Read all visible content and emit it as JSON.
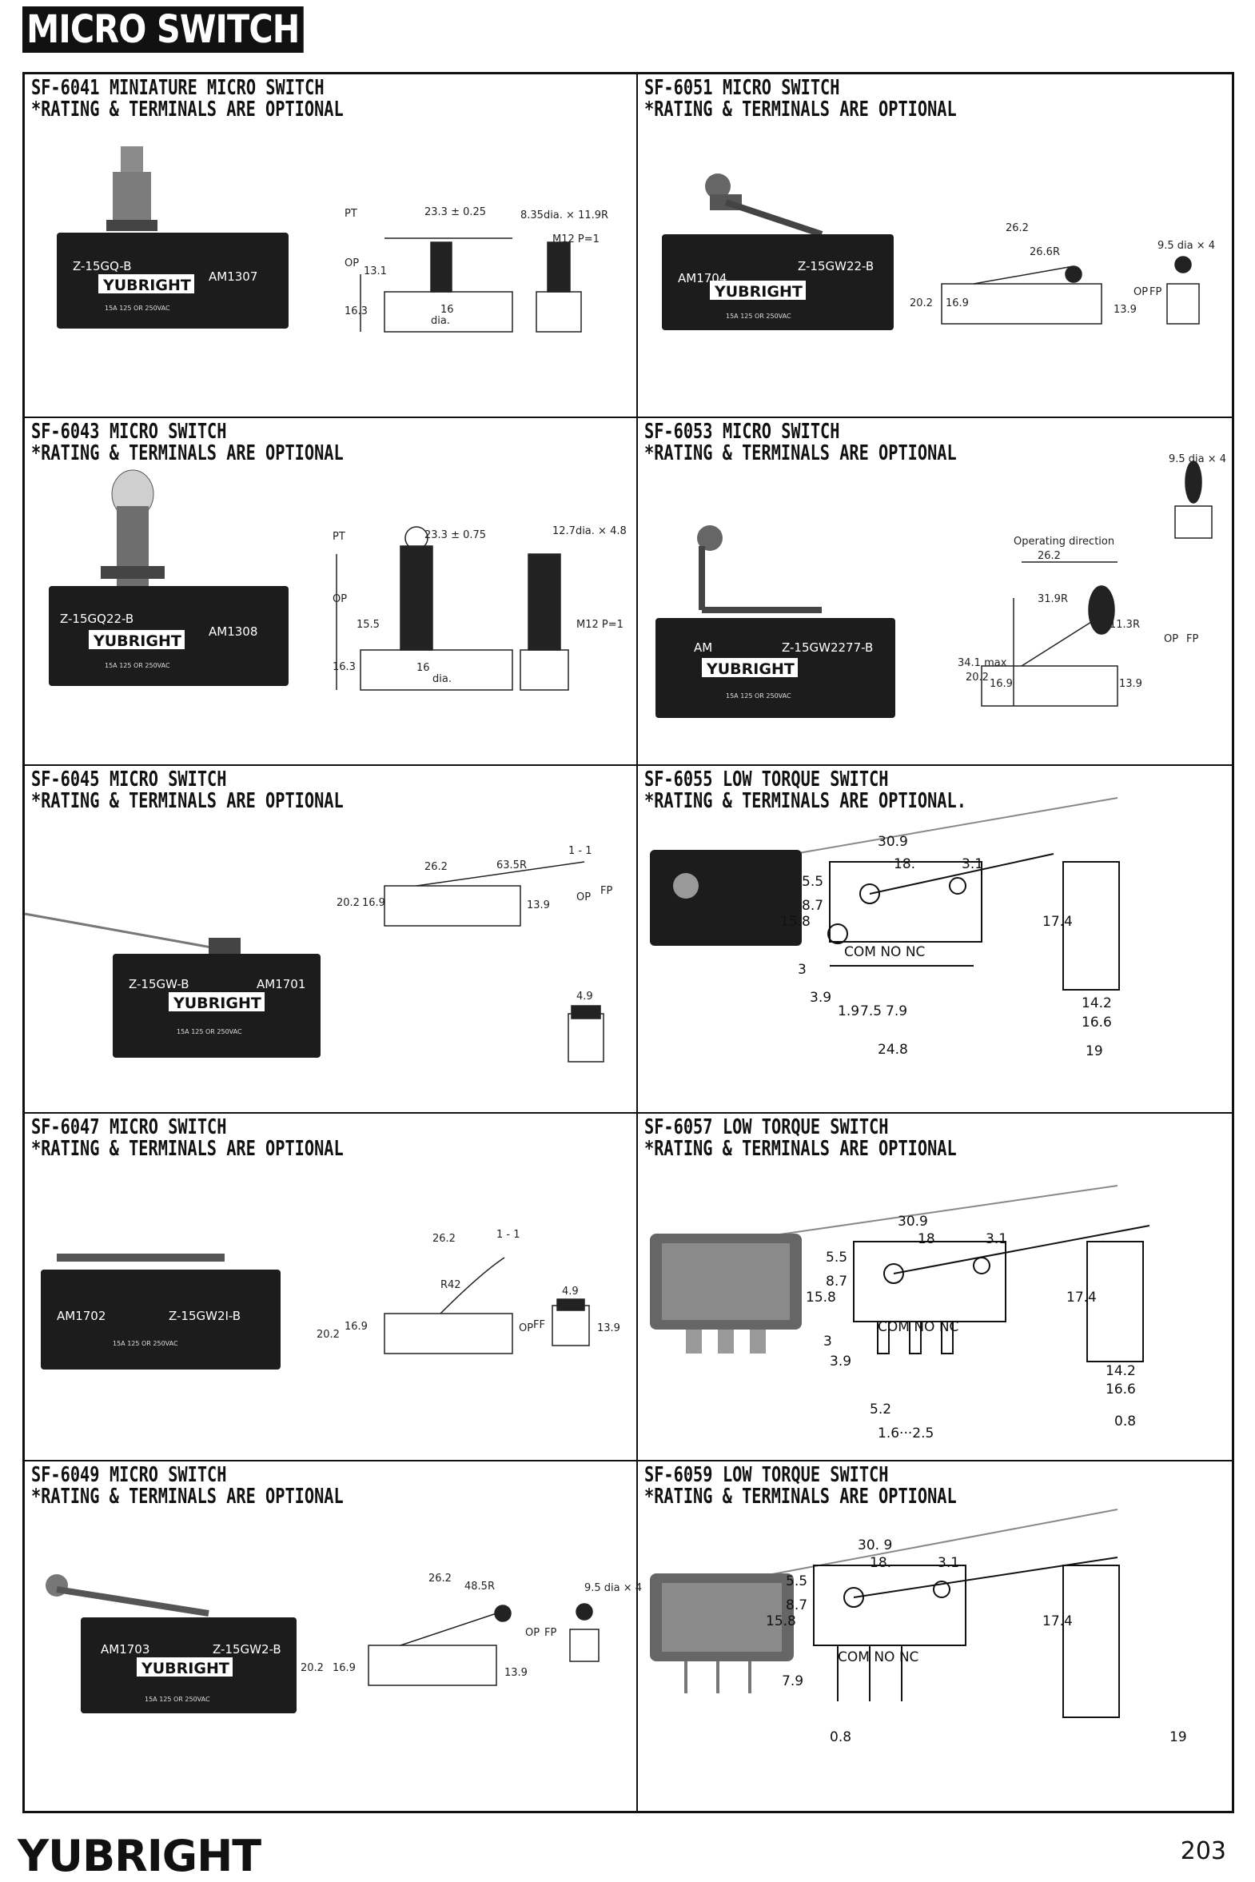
{
  "page_title": "MICRO SWITCH",
  "footer": {
    "brand": "YUBRIGHT",
    "page_number": "203"
  },
  "products": [
    {
      "model": "SF-6041",
      "name": "MINIATURE MICRO SWITCH",
      "note": "*RATING & TERMINALS ARE OPTIONAL",
      "part_code": "Z-15GQ-B",
      "lot_code": "AM1307",
      "brand": "YUBRIGHT",
      "rating_text": "15A 125 OR 250VAC",
      "dims": [
        "PT",
        "23.3 ± 0.25",
        "8.35dia. × 11.9R",
        "M12  P=1",
        "OP",
        "13.1",
        "16.3",
        "16",
        "dia."
      ]
    },
    {
      "model": "SF-6051",
      "name": "MICRO SWITCH",
      "note": "*RATING & TERMINALS ARE OPTIONAL",
      "part_code": "Z-15GW22-B",
      "lot_code": "AM1704",
      "brand": "YUBRIGHT",
      "rating_text": "15A 125 OR 250VAC",
      "dims": [
        "26.2",
        "26.6R",
        "9.5 dia × 4",
        "20.2",
        "16.9",
        "13.9",
        "OP",
        "FP"
      ]
    },
    {
      "model": "SF-6043",
      "name": "MICRO SWITCH",
      "note": "*RATING & TERMINALS ARE OPTIONAL",
      "part_code": "Z-15GQ22-B",
      "lot_code": "AM1308",
      "brand": "YUBRIGHT",
      "rating_text": "15A 125 OR 250VAC",
      "dims": [
        "PT",
        "23.3 ± 0.75",
        "12.7dia. × 4.8",
        "OP",
        "15.5",
        "M12  P=1",
        "16.3",
        "16",
        "dia."
      ]
    },
    {
      "model": "SF-6053",
      "name": "MICRO SWITCH",
      "note": "*RATING & TERMINALS ARE OPTIONAL",
      "part_code": "Z-15GW2277-B",
      "lot_code": "AM",
      "brand": "YUBRIGHT",
      "rating_text": "15A 125 OR 250VAC",
      "dims": [
        "9.5 dia × 4",
        "Operating direction",
        "26.2",
        "31.9R",
        "11.3R",
        "34.1 max",
        "20.2",
        "16.9",
        "13.9",
        "OP",
        "FP"
      ]
    },
    {
      "model": "SF-6045",
      "name": "MICRO SWITCH",
      "note": "*RATING & TERMINALS ARE OPTIONAL",
      "part_code": "Z-15GW-B",
      "lot_code": "AM1701",
      "brand": "YUBRIGHT",
      "rating_text": "15A 125 OR 250VAC",
      "dims": [
        "26.2",
        "63.5R",
        "1 - 1",
        "20.2",
        "16.9",
        "13.9",
        "OP",
        "FP",
        "4.9"
      ]
    },
    {
      "model": "SF-6055",
      "name": "LOW TORQUE SWITCH",
      "note": "*RATING & TERMINALS ARE OPTIONAL.",
      "dims": [
        "30.9",
        "18.",
        "3.1",
        "5.5",
        "15.8",
        "8.7",
        "17.4",
        "COM NO NC",
        "3",
        "3.9",
        "1.9",
        "7.5",
        "7.9",
        "24.8",
        "14.2",
        "16.6",
        "19"
      ]
    },
    {
      "model": "SF-6047",
      "name": "MICRO SWITCH",
      "note": "*RATING & TERMINALS ARE OPTIONAL",
      "part_code": "Z-15GW2I-B",
      "lot_code": "AM1702",
      "brand": "",
      "rating_text": "15A 125 OR 250VAC",
      "dims": [
        "26.2",
        "1 - 1",
        "R42",
        "4.9",
        "20.2",
        "16.9",
        "OP",
        "FF",
        "13.9"
      ]
    },
    {
      "model": "SF-6057",
      "name": "LOW TORQUE SWITCH",
      "note": "*RATING & TERMINALS ARE OPTIONAL",
      "dims": [
        "30.9",
        "18",
        "3.1",
        "5.5",
        "15.8",
        "8.7",
        "17.4",
        "COM NO NC",
        "3",
        "3.9",
        "14.2",
        "16.6",
        "5.2",
        "0.8",
        "1.6···2.5"
      ]
    },
    {
      "model": "SF-6049",
      "name": "MICRO SWITCH",
      "note": "*RATING & TERMINALS ARE OPTIONAL",
      "part_code": "Z-15GW2-B",
      "lot_code": "AM1703",
      "brand": "YUBRIGHT",
      "rating_text": "15A 125 OR 250VAC",
      "dims": [
        "26.2",
        "48.5R",
        "9.5 dia × 4",
        "20.2",
        "16.9",
        "13.9",
        "OP",
        "FP"
      ]
    },
    {
      "model": "SF-6059",
      "name": "LOW TORQUE SWITCH",
      "note": "*RATING & TERMINALS ARE OPTIONAL",
      "dims": [
        "30. 9",
        "18.",
        "3.1",
        "5.5",
        "15.8",
        "8.7",
        "17.4",
        "COM NO NC",
        "7.9",
        "0.8",
        "19"
      ]
    }
  ]
}
